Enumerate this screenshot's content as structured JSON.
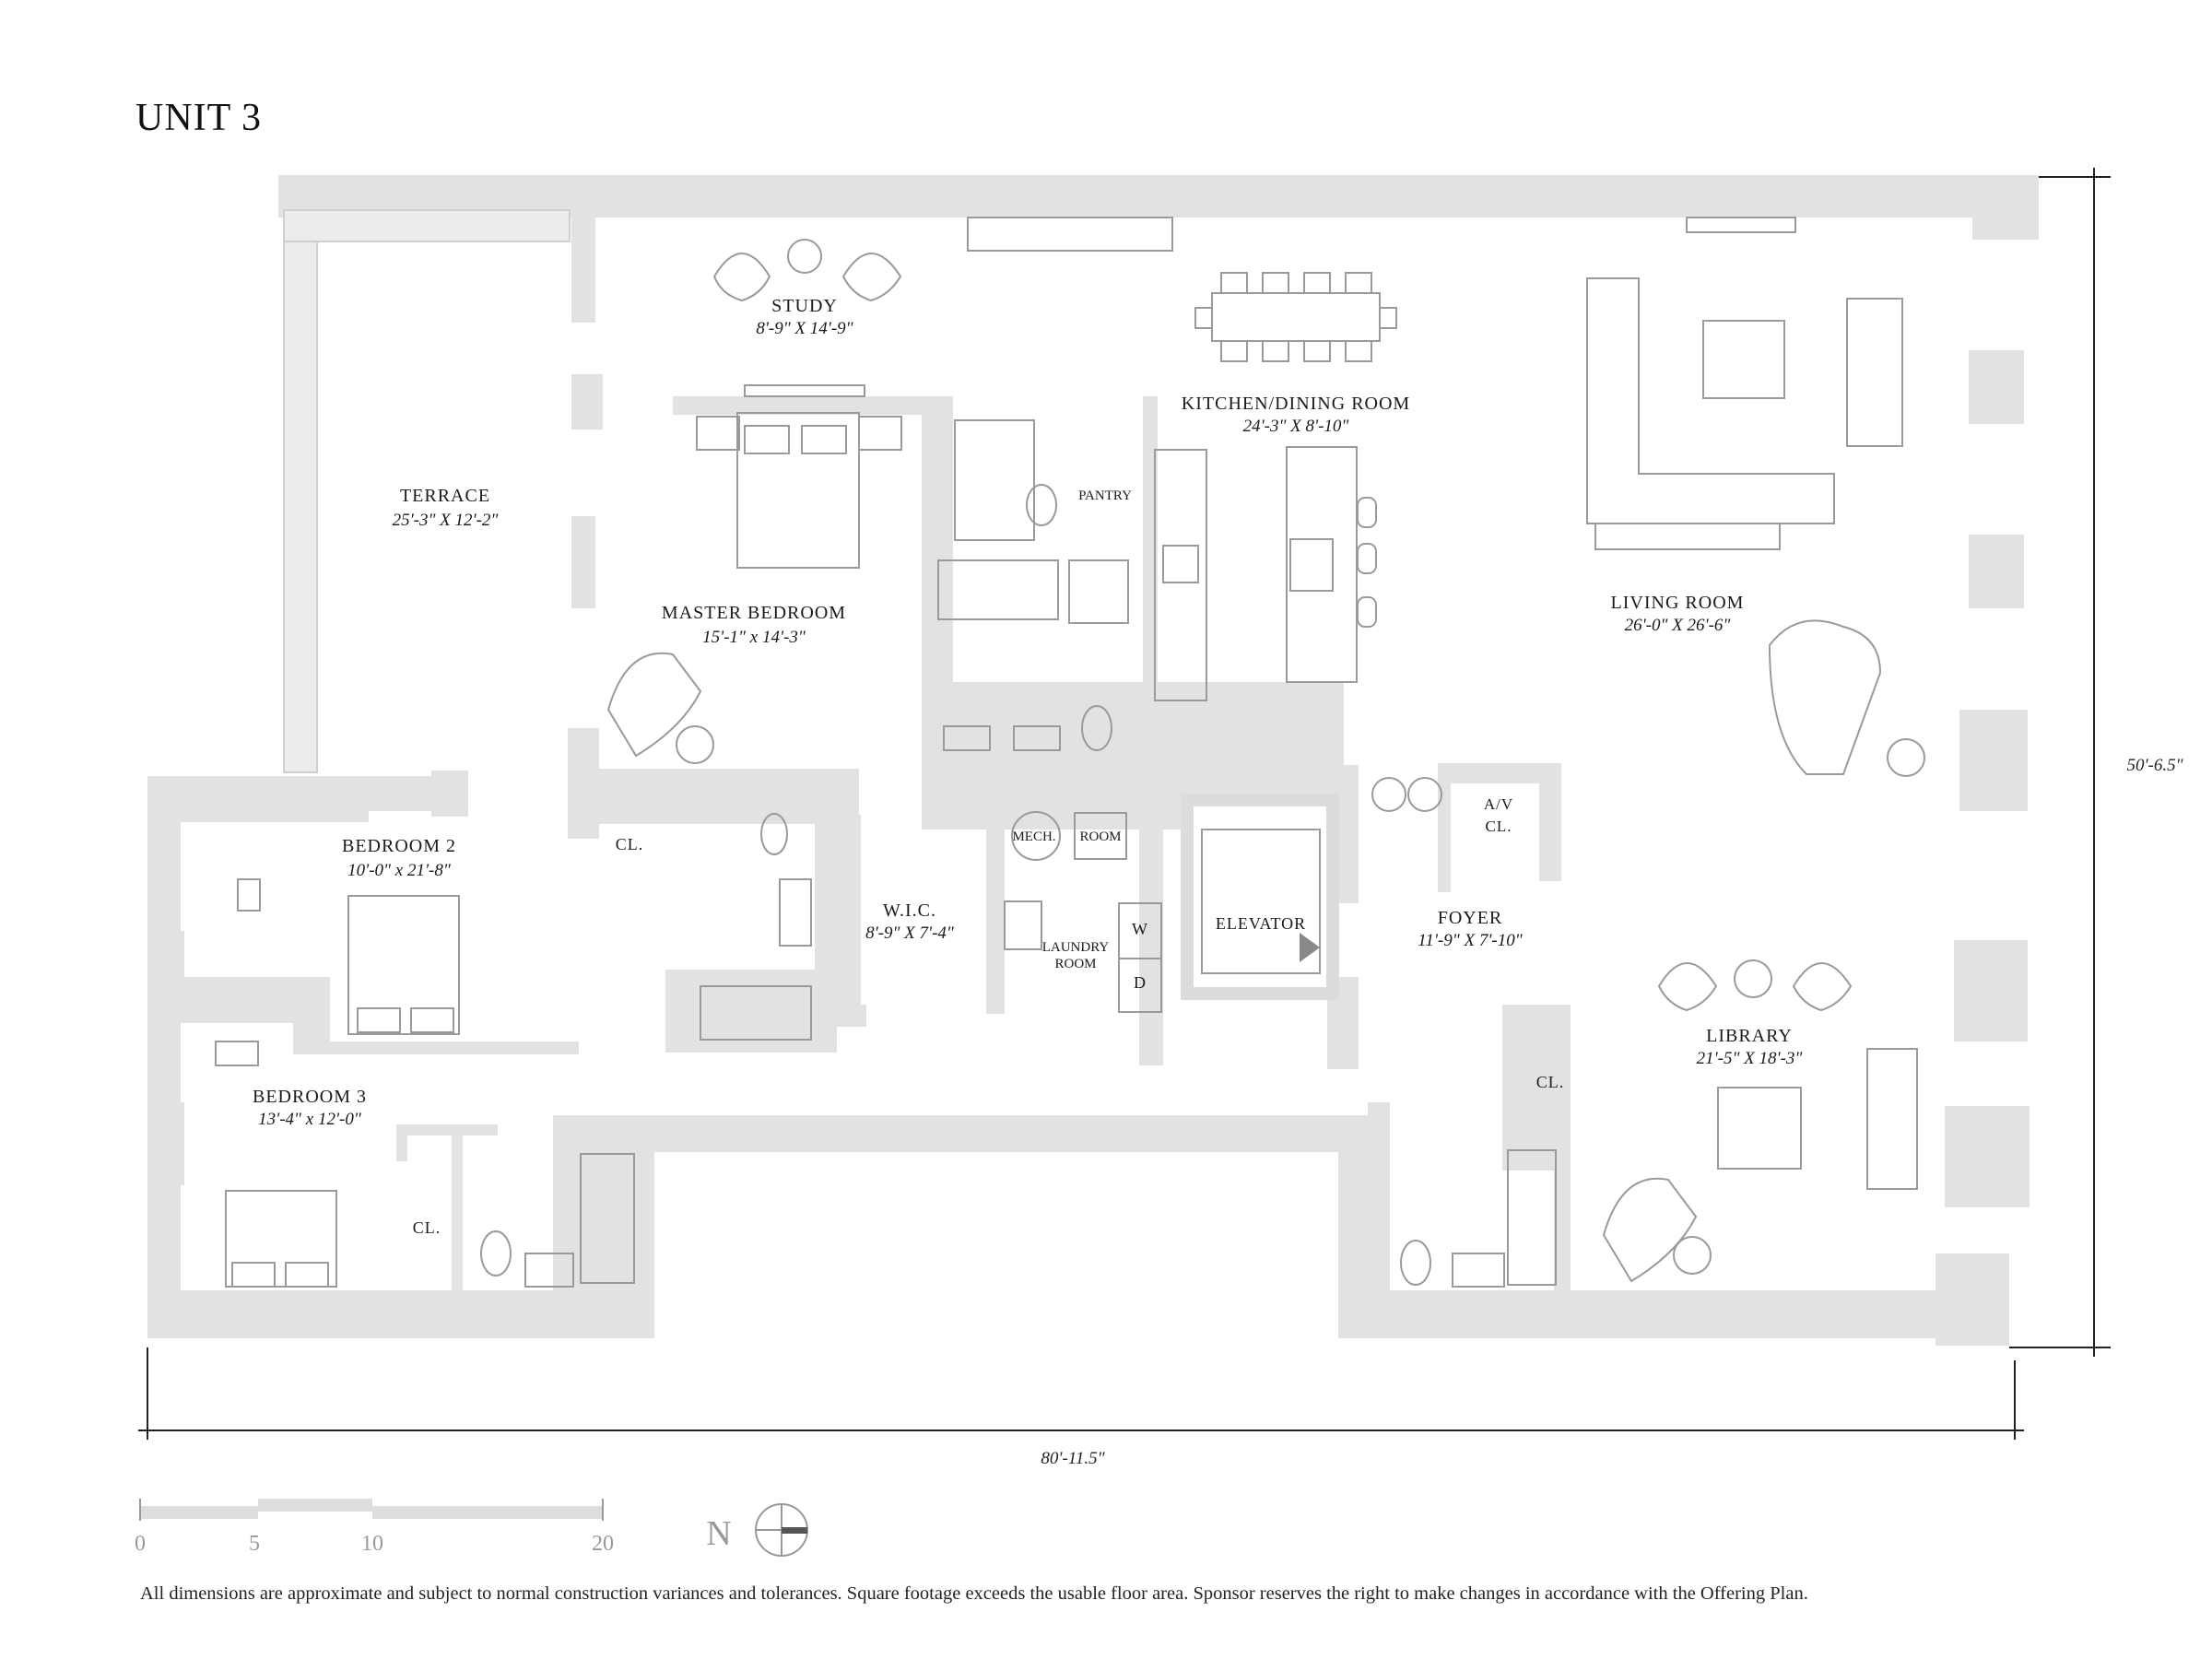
{
  "title": "UNIT 3",
  "rooms": {
    "terrace": {
      "name": "TERRACE",
      "dims": "25'-3\" X 12'-2\""
    },
    "study": {
      "name": "STUDY",
      "dims": "8'-9\" X 14'-9\""
    },
    "kitchen_dining": {
      "name": "KITCHEN/DINING ROOM",
      "dims": "24'-3\" X 8'-10\""
    },
    "living_room": {
      "name": "LIVING ROOM",
      "dims": "26'-0\" X 26'-6\""
    },
    "master_bedroom": {
      "name": "MASTER BEDROOM",
      "dims": "15'-1\" x 14'-3\""
    },
    "bedroom2": {
      "name": "BEDROOM 2",
      "dims": "10'-0\" x 21'-8\""
    },
    "bedroom3": {
      "name": "BEDROOM 3",
      "dims": "13'-4\" x 12'-0\""
    },
    "wic": {
      "name": "W.I.C.",
      "dims": "8'-9\" X 7'-4\""
    },
    "foyer": {
      "name": "FOYER",
      "dims": "11'-9\" X 7'-10\""
    },
    "library": {
      "name": "LIBRARY",
      "dims": "21'-5\" X 18'-3\""
    }
  },
  "labels": {
    "pantry": "PANTRY",
    "mech": "MECH.",
    "room": "ROOM",
    "laundry_1": "LAUNDRY",
    "laundry_2": "ROOM",
    "washer": "W",
    "dryer": "D",
    "elevator": "ELEVATOR",
    "av_1": "A/V",
    "av_2": "CL.",
    "closet": "CL."
  },
  "dimensions": {
    "width": "80'-11.5\"",
    "depth": "50'-6.5\""
  },
  "scale_bar": {
    "ticks": [
      "0",
      "5",
      "10",
      "20"
    ]
  },
  "north_label": "N",
  "footnote": "All dimensions are approximate and subject to normal construction variances and tolerances. Square footage exceeds the usable floor area. Sponsor reserves the right to make changes in accordance with the Offering Plan."
}
